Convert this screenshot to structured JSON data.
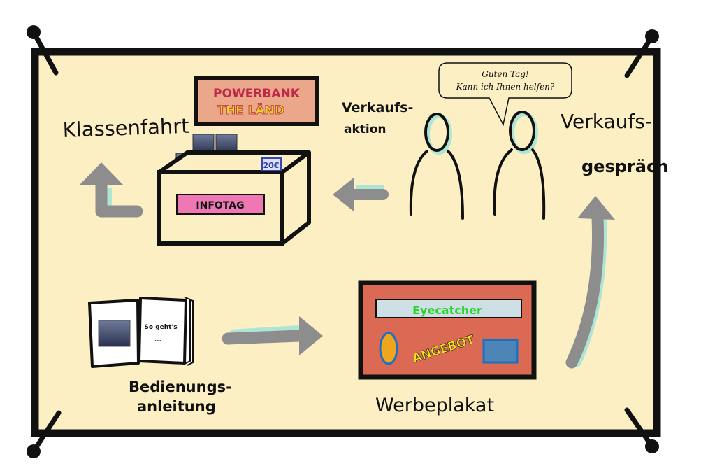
{
  "board": {
    "background": "#fdefc4",
    "frame_color": "#111111"
  },
  "labels": {
    "klassenfahrt": "Klassenfahrt",
    "verkaufsaktion_line1": "Verkaufs-",
    "verkaufsaktion_line2": "aktion",
    "verkaufsgespraech_line1": "Verkaufs-",
    "verkaufsgespraech_line2": "gespräch",
    "bedienungsanleitung_line1": "Bedienungs-",
    "bedienungsanleitung_line2": "anleitung",
    "werbeplakat": "Werbeplakat"
  },
  "powerbank_sign": {
    "line1": "POWERBANK",
    "line2": "THE LÄND",
    "color": "#eaa78a"
  },
  "stand": {
    "price": "20€",
    "banner": "INFOTAG",
    "banner_color": "#ef78b4"
  },
  "speech_bubble": {
    "line1": "Guten Tag!",
    "line2": "Kann ich Ihnen helfen?"
  },
  "booklet": {
    "page_text1": "So geht's",
    "page_text2": "..."
  },
  "poster": {
    "eyecatcher": "Eyecatcher",
    "angebot": "ANGEBOT",
    "color": "#db6a55"
  }
}
